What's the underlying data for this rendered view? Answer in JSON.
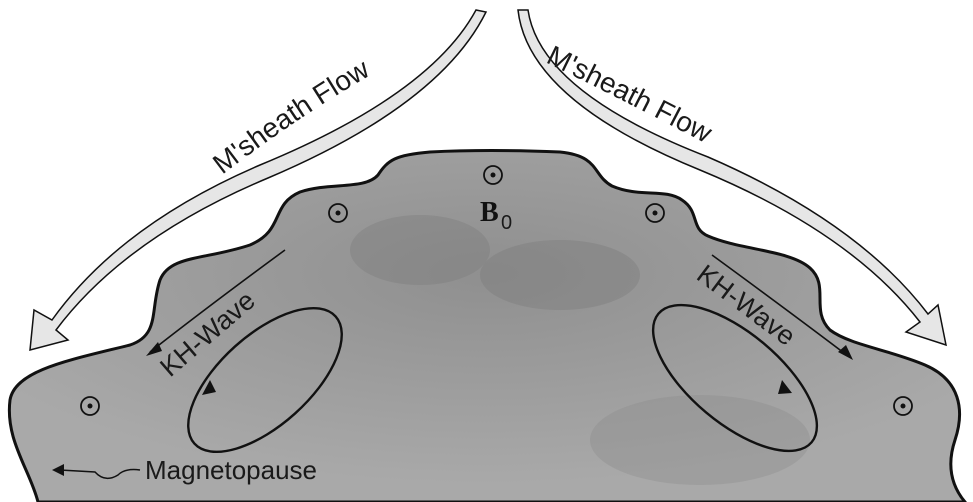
{
  "labels": {
    "sheath_left": "M'sheath Flow",
    "sheath_right": "M'sheath Flow",
    "kh_left": "KH-Wave",
    "kh_right": "KH-Wave",
    "b_field": "B",
    "b_sub": "0",
    "magnetopause": "Magnetopause"
  },
  "colors": {
    "magnetosphere_fill": "#9c9c9c",
    "boundary_stroke": "#111111",
    "arrow_fill": "#e6e6e6"
  },
  "icons": {
    "field_marker": "circle-dot-icon"
  }
}
